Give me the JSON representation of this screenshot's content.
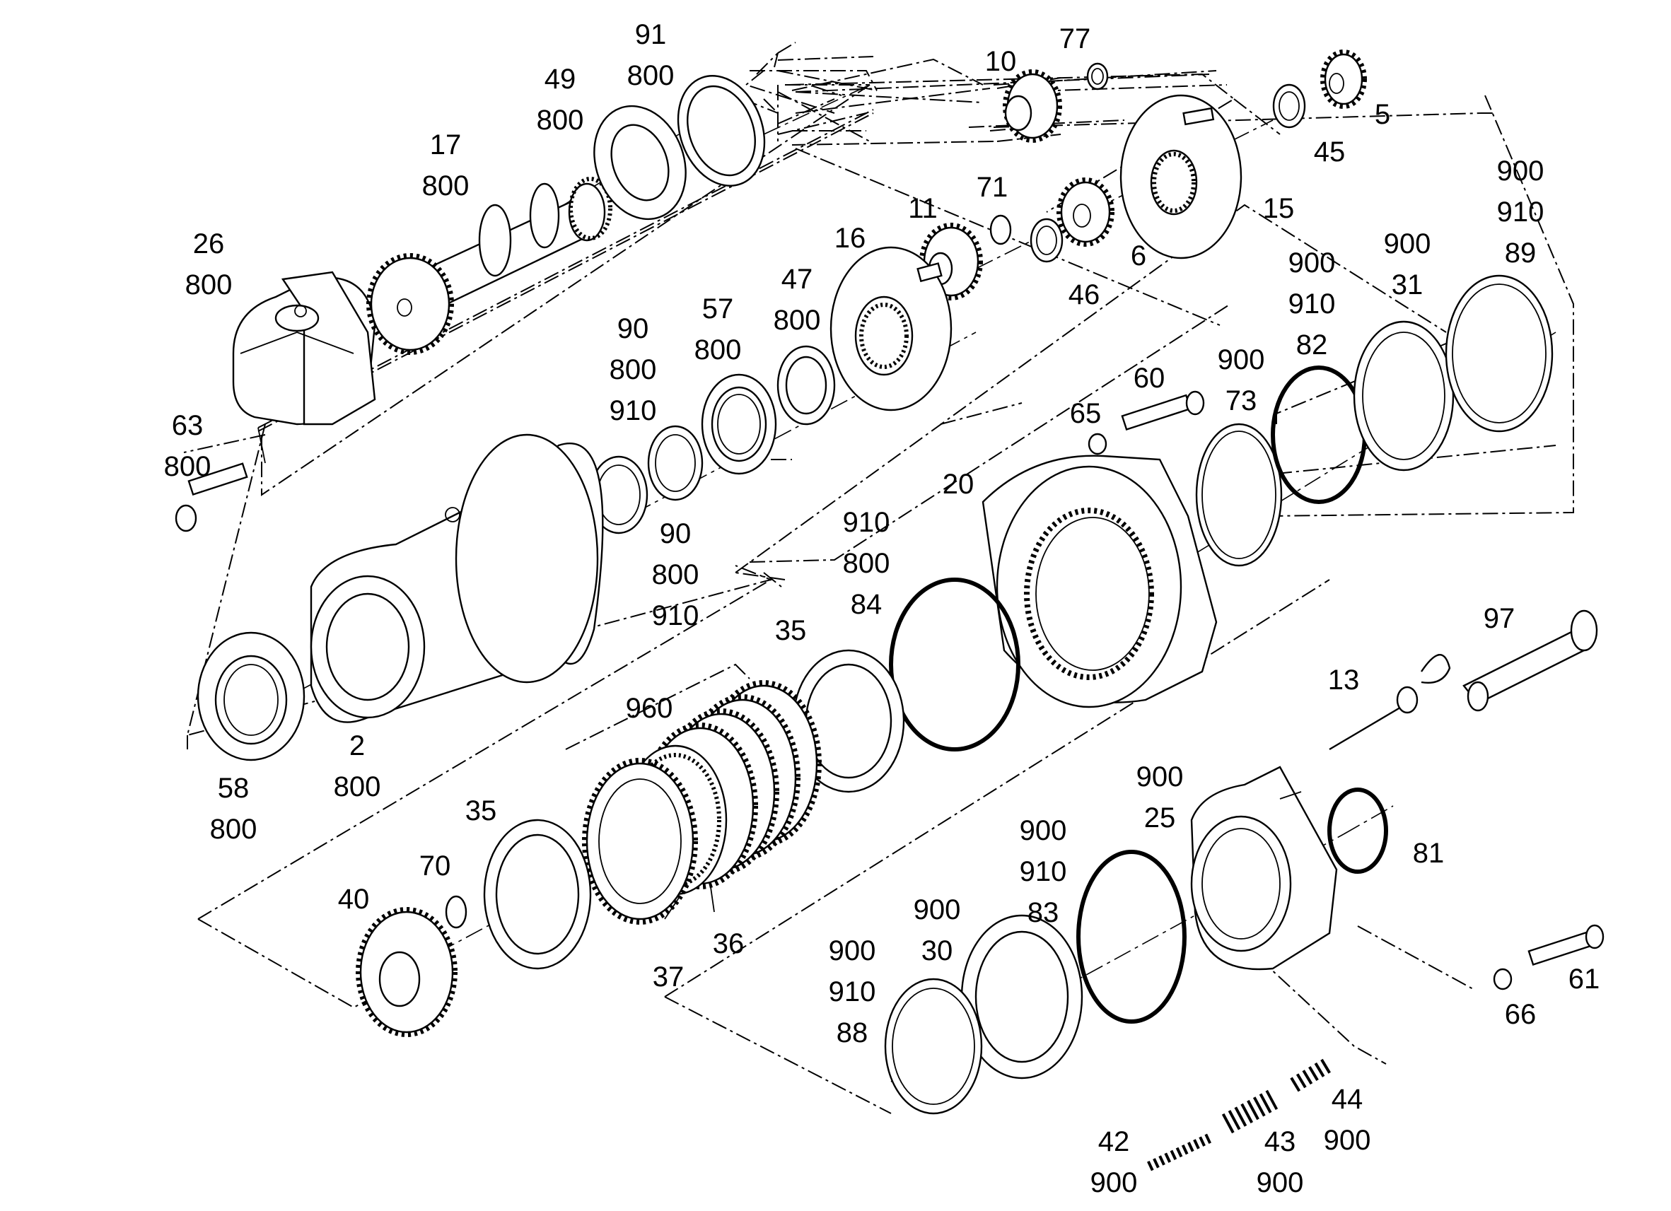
{
  "callouts": [
    {
      "id": "c91",
      "lines": [
        "91",
        "800"
      ]
    },
    {
      "id": "c49",
      "lines": [
        "49",
        "800"
      ]
    },
    {
      "id": "c17",
      "lines": [
        "17",
        "800"
      ]
    },
    {
      "id": "c26",
      "lines": [
        "26",
        "800"
      ]
    },
    {
      "id": "c63",
      "lines": [
        "63",
        "800"
      ]
    },
    {
      "id": "c10",
      "lines": [
        "10"
      ]
    },
    {
      "id": "c77",
      "lines": [
        "77"
      ]
    },
    {
      "id": "c5",
      "lines": [
        "5"
      ]
    },
    {
      "id": "c45",
      "lines": [
        "45"
      ]
    },
    {
      "id": "c15",
      "lines": [
        "15"
      ]
    },
    {
      "id": "c11",
      "lines": [
        "11"
      ]
    },
    {
      "id": "c71",
      "lines": [
        "71"
      ]
    },
    {
      "id": "c16",
      "lines": [
        "16"
      ]
    },
    {
      "id": "c6",
      "lines": [
        "6"
      ]
    },
    {
      "id": "c46",
      "lines": [
        "46"
      ]
    },
    {
      "id": "c47",
      "lines": [
        "47",
        "800"
      ]
    },
    {
      "id": "c57",
      "lines": [
        "57",
        "800"
      ]
    },
    {
      "id": "c90a",
      "lines": [
        "90",
        "800",
        "910"
      ]
    },
    {
      "id": "c90b",
      "lines": [
        "90",
        "800",
        "910"
      ]
    },
    {
      "id": "c89",
      "lines": [
        "900",
        "910",
        "89"
      ]
    },
    {
      "id": "c31",
      "lines": [
        "900",
        "31"
      ]
    },
    {
      "id": "c82",
      "lines": [
        "900",
        "910",
        "82"
      ]
    },
    {
      "id": "c73",
      "lines": [
        "900",
        "73"
      ]
    },
    {
      "id": "c60",
      "lines": [
        "60"
      ]
    },
    {
      "id": "c65",
      "lines": [
        "65"
      ]
    },
    {
      "id": "c20",
      "lines": [
        "20"
      ]
    },
    {
      "id": "c84",
      "lines": [
        "910",
        "800",
        "84"
      ]
    },
    {
      "id": "c35a",
      "lines": [
        "35"
      ]
    },
    {
      "id": "c97",
      "lines": [
        "97"
      ]
    },
    {
      "id": "c13",
      "lines": [
        "13"
      ]
    },
    {
      "id": "c960",
      "lines": [
        "960"
      ]
    },
    {
      "id": "c2",
      "lines": [
        "2",
        "800"
      ]
    },
    {
      "id": "c58",
      "lines": [
        "58",
        "800"
      ]
    },
    {
      "id": "c35b",
      "lines": [
        "35"
      ]
    },
    {
      "id": "c70",
      "lines": [
        "70"
      ]
    },
    {
      "id": "c40",
      "lines": [
        "40"
      ]
    },
    {
      "id": "c25",
      "lines": [
        "900",
        "25"
      ]
    },
    {
      "id": "c81",
      "lines": [
        "81"
      ]
    },
    {
      "id": "c83",
      "lines": [
        "900",
        "910",
        "83"
      ]
    },
    {
      "id": "c30",
      "lines": [
        "900",
        "30"
      ]
    },
    {
      "id": "c88",
      "lines": [
        "900",
        "910",
        "88"
      ]
    },
    {
      "id": "c36",
      "lines": [
        "36"
      ]
    },
    {
      "id": "c37",
      "lines": [
        "37"
      ]
    },
    {
      "id": "c61",
      "lines": [
        "61"
      ]
    },
    {
      "id": "c66",
      "lines": [
        "66"
      ]
    },
    {
      "id": "c44",
      "lines": [
        "44",
        "900"
      ]
    },
    {
      "id": "c42",
      "lines": [
        "42",
        "900"
      ]
    },
    {
      "id": "c43",
      "lines": [
        "43",
        "900"
      ]
    }
  ]
}
